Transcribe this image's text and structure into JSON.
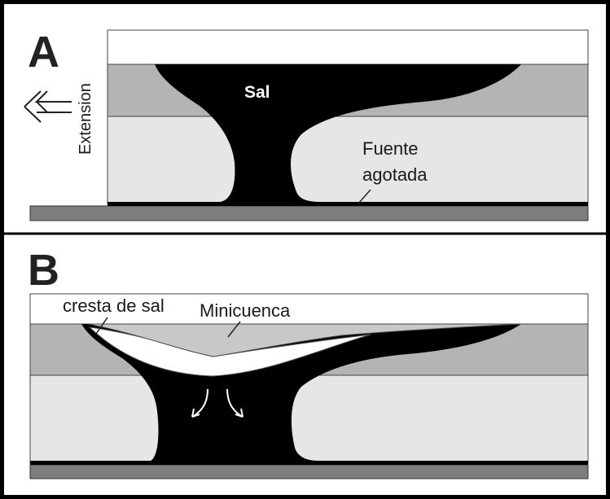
{
  "panels": {
    "a": {
      "letter": "A",
      "salt_label": "Sal",
      "extension_label": "Extension",
      "arrow_icon": "left-double-arrow",
      "source_label_line1": "Fuente",
      "source_label_line2": "agotada"
    },
    "b": {
      "letter": "B",
      "crest_label": "cresta de sal",
      "minibasin_label": "Minicuenca",
      "flow_icon": "diverging-flow-arrows"
    }
  },
  "colors": {
    "frame": "#000000",
    "salt": "#000000",
    "upper_sediment": "#ffffff",
    "middle_sediment": "#b4b4b4",
    "lower_sediment": "#e6e6e6",
    "basement": "#7d7d7d",
    "minibasin_fill": "#c8c8c8"
  }
}
